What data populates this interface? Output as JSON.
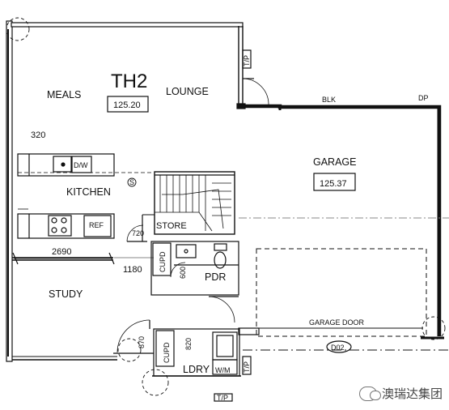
{
  "unit_name": "TH2",
  "rooms": {
    "meals": "MEALS",
    "lounge": "LOUNGE",
    "kitchen": "KITCHEN",
    "study": "STUDY",
    "garage": "GARAGE",
    "store": "STORE",
    "pdr": "PDR",
    "ldry": "LDRY"
  },
  "areas": {
    "th2": "125.20",
    "garage": "125.37"
  },
  "fixtures": {
    "dw": "D/W",
    "ref": "REF",
    "cupd_pdr": "CUPD",
    "cupd_ldry": "CUPD",
    "wm": "W/M",
    "s_symbol": "S"
  },
  "dimensions": {
    "d320": "320",
    "d720": "720",
    "d2690": "2690",
    "d1180": "1180",
    "d870": "870",
    "d820": "820",
    "d600": "600"
  },
  "tags": {
    "blk": "BLK",
    "dp": "DP",
    "tp1": "T/P",
    "tp2": "T/P",
    "tp3": "T/P",
    "garage_door": "GARAGE DOOR",
    "d02": "D02"
  },
  "watermark": "澳瑞达集团"
}
